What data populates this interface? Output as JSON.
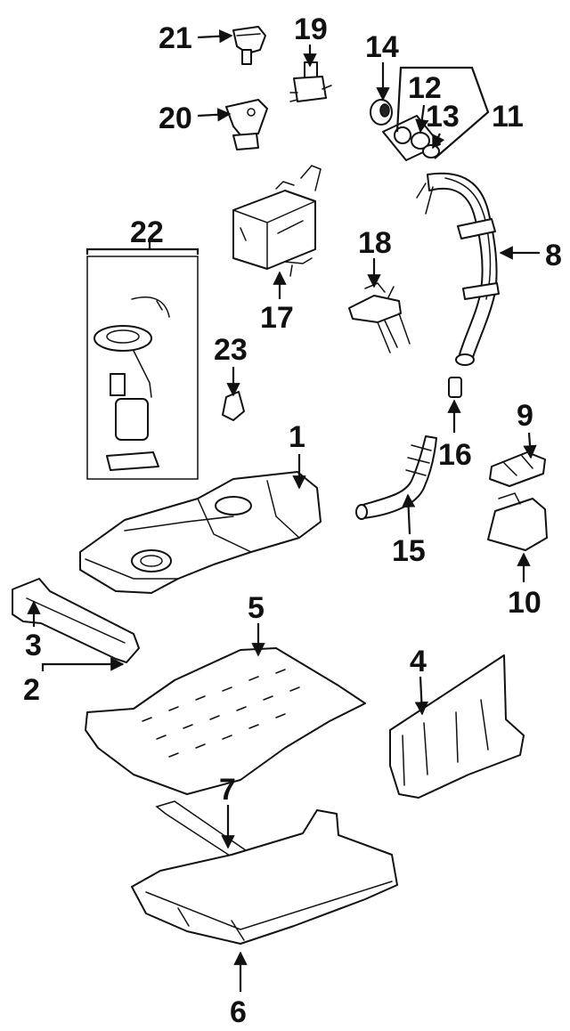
{
  "callouts": [
    {
      "id": "1",
      "label": "1"
    },
    {
      "id": "2",
      "label": "2"
    },
    {
      "id": "3",
      "label": "3"
    },
    {
      "id": "4",
      "label": "4"
    },
    {
      "id": "5",
      "label": "5"
    },
    {
      "id": "6",
      "label": "6"
    },
    {
      "id": "7",
      "label": "7"
    },
    {
      "id": "8",
      "label": "8"
    },
    {
      "id": "9",
      "label": "9"
    },
    {
      "id": "10",
      "label": "10"
    },
    {
      "id": "11",
      "label": "11"
    },
    {
      "id": "12",
      "label": "12"
    },
    {
      "id": "13",
      "label": "13"
    },
    {
      "id": "14",
      "label": "14"
    },
    {
      "id": "15",
      "label": "15"
    },
    {
      "id": "16",
      "label": "16"
    },
    {
      "id": "17",
      "label": "17"
    },
    {
      "id": "18",
      "label": "18"
    },
    {
      "id": "19",
      "label": "19"
    },
    {
      "id": "20",
      "label": "20"
    },
    {
      "id": "21",
      "label": "21"
    },
    {
      "id": "22",
      "label": "22"
    },
    {
      "id": "23",
      "label": "23"
    }
  ],
  "colors": {
    "ink": "#111111",
    "paper": "#ffffff"
  }
}
